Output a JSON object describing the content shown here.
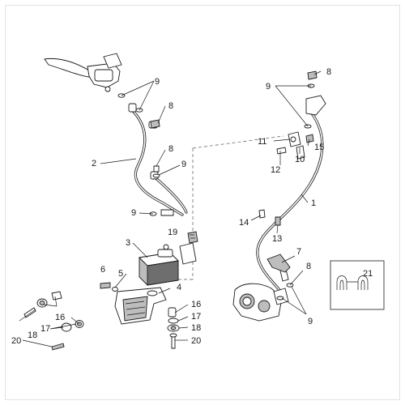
{
  "labels": {
    "l1": "1",
    "l2": "2",
    "l3": "3",
    "l4": "4",
    "l5": "5",
    "l6": "6",
    "l7": "7",
    "l8a": "8",
    "l8b": "8",
    "l8c": "8",
    "l8d": "8",
    "l9a": "9",
    "l9b": "9",
    "l9c": "9",
    "l9d": "9",
    "l9e": "9",
    "l10": "10",
    "l11": "11",
    "l12": "12",
    "l13": "13",
    "l14": "14",
    "l15": "15",
    "l16a": "16",
    "l16b": "16",
    "l17a": "17",
    "l17b": "17",
    "l18a": "18",
    "l18b": "18",
    "l19": "19",
    "l20a": "20",
    "l20b": "20",
    "l21": "21"
  },
  "colors": {
    "line": "#1a1a1a",
    "shade": "#bdbdbd",
    "dark": "#6e6e6e"
  }
}
